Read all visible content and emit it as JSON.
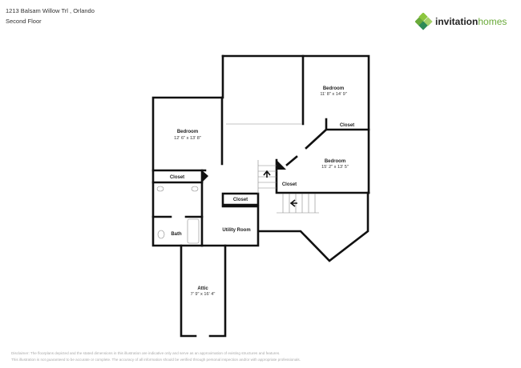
{
  "header": {
    "address": "1213 Balsam Willow Trl , Orlando",
    "floor": "Second Floor"
  },
  "logo": {
    "brand_part1": "invitation",
    "brand_part2": "homes",
    "accent_color": "#6aaa3a"
  },
  "rooms": {
    "bedroom_left": {
      "label": "Bedroom",
      "dims": "12' 6\" x 13' 8\""
    },
    "bedroom_top_right": {
      "label": "Bedroom",
      "dims": "11' 8\" x 14' 9\""
    },
    "bedroom_right": {
      "label": "Bedroom",
      "dims": "15' 2\" x 13' 5\""
    },
    "closet_left": {
      "label": "Closet"
    },
    "closet_top_right": {
      "label": "Closet"
    },
    "closet_right": {
      "label": "Closet"
    },
    "closet_middle": {
      "label": "Closet"
    },
    "bath": {
      "label": "Bath"
    },
    "utility": {
      "label": "Utility Room"
    },
    "attic": {
      "label": "Attic",
      "dims": "7' 9\" x 16' 4\""
    }
  },
  "disclaimer": {
    "line1": "Disclaimer: The floorplans depicted and the stated dimensions in this illustration are indicative only and serve as an approximation of existing structures and features.",
    "line2": "This illustration is not guaranteed to be accurate or complete. The accuracy of all information should be verified through personal inspection and/or with appropriate professionals."
  }
}
